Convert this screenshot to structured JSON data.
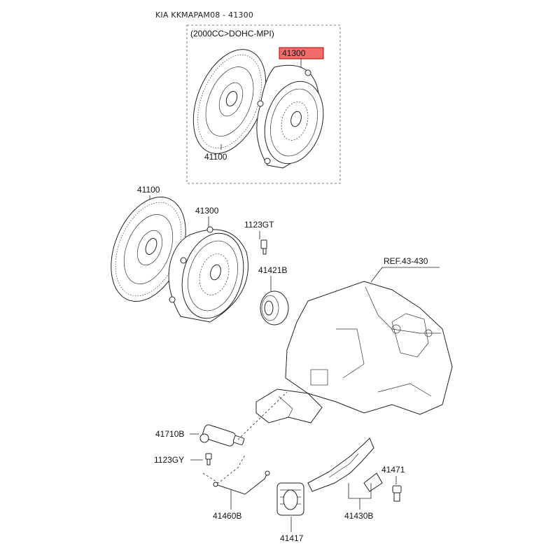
{
  "header": {
    "title": "KIA KKMAPAM08 - 41300"
  },
  "inset": {
    "caption": "(2000CC>DOHC-MPI)"
  },
  "labels": {
    "inset_highlight": "41300",
    "inset_disc": "41100",
    "disc": "41100",
    "cover": "41300",
    "bolt": "1123GT",
    "bearing": "41421B",
    "ref": "REF.43-430",
    "cylinder": "41710B",
    "bolt2": "1123GY",
    "pipe": "41460B",
    "boot": "41417",
    "fork": "41430B",
    "stud": "41471"
  },
  "colors": {
    "highlight_fill": "#f36c6c",
    "highlight_border": "#b00000",
    "line": "#222222"
  }
}
